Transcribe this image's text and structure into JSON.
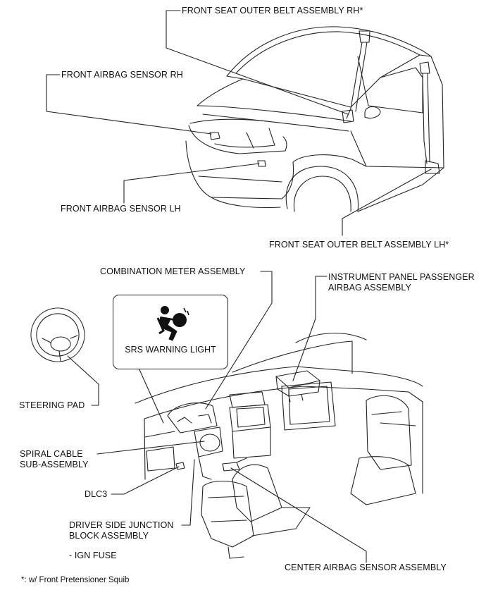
{
  "labels": {
    "front_seat_outer_belt_rh": "FRONT SEAT OUTER BELT ASSEMBLY RH*",
    "front_airbag_sensor_rh": "FRONT AIRBAG SENSOR RH",
    "front_airbag_sensor_lh": "FRONT AIRBAG SENSOR LH",
    "front_seat_outer_belt_lh": "FRONT SEAT OUTER BELT ASSEMBLY LH*",
    "combination_meter": "COMBINATION METER ASSEMBLY",
    "instrument_panel_airbag_line1": "INSTRUMENT PANEL PASSENGER",
    "instrument_panel_airbag_line2": "AIRBAG ASSEMBLY",
    "srs_warning_light": "SRS WARNING LIGHT",
    "steering_pad": "STEERING PAD",
    "spiral_cable_line1": "SPIRAL CABLE",
    "spiral_cable_line2": "SUB-ASSEMBLY",
    "dlc3": "DLC3",
    "driver_junction_line1": "DRIVER SIDE JUNCTION",
    "driver_junction_line2": "BLOCK ASSEMBLY",
    "ign_fuse": "- IGN FUSE",
    "center_airbag_sensor": "CENTER AIRBAG SENSOR ASSEMBLY"
  },
  "footnote": "*: w/  Front Pretensioner Squib",
  "icons": {
    "srs": "airbag-occupant-icon"
  }
}
